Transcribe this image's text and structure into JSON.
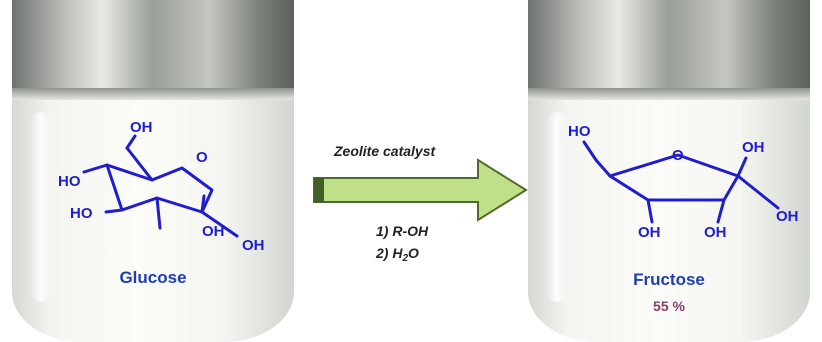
{
  "left_sample": {
    "name": "Glucose",
    "groups": [
      "OH",
      "HO",
      "HO",
      "OH",
      "OH"
    ],
    "ring_oxygen": "O"
  },
  "reaction": {
    "catalyst": "Zeolite catalyst",
    "step1": "1) R-OH",
    "step2_prefix": "2) H",
    "step2_sub": "2",
    "step2_suffix": "O"
  },
  "right_sample": {
    "name": "Fructose",
    "yield": "55 %",
    "groups": [
      "HO",
      "OH",
      "OH",
      "OH",
      "OH"
    ],
    "ring_oxygen": "O"
  },
  "colors": {
    "structure": "#1f1ec9",
    "label": "#1f3fae",
    "yield": "#8a3c6a",
    "arrow_fill": "#bfe089",
    "arrow_stroke": "#4c6a2a"
  }
}
